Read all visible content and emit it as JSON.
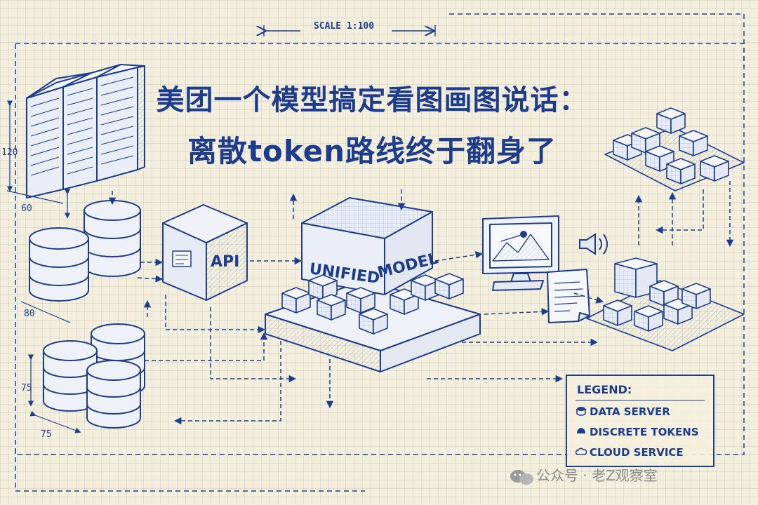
{
  "title": {
    "line1": "美团一个模型搞定看图画图说话：",
    "line2": "离散token路线终于翻身了"
  },
  "scale_label": "SCALE 1:100",
  "dimensions": {
    "rack_height": "120",
    "rack_width": "60",
    "db_width": "80",
    "db2_height": "75",
    "db2_width": "75"
  },
  "components": {
    "api": "API",
    "unified": "UNIFIED",
    "model": "MODEL"
  },
  "legend": {
    "title": "LEGEND:",
    "items": [
      {
        "icon": "database-icon",
        "label": "DATA SERVER"
      },
      {
        "icon": "token-icon",
        "label": "DISCRETE TOKENS"
      },
      {
        "icon": "cloud-icon",
        "label": "CLOUD SERVICE"
      }
    ]
  },
  "watermark": "公众号 · 老Z观察室",
  "colors": {
    "ink": "#1d3c8c",
    "paper": "#f4efdd",
    "watermark": "#8a8a8a"
  }
}
